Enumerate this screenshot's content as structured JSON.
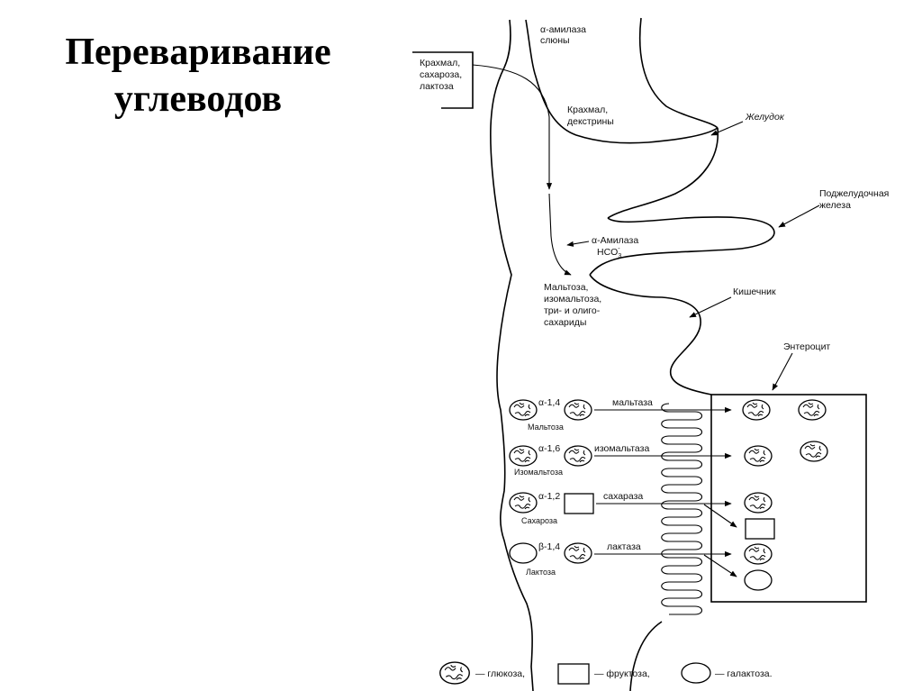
{
  "title": {
    "line1": "Переваривание",
    "line2": "углеводов"
  },
  "labels": {
    "alpha_amylase_saliva_1": "α-амилаза",
    "alpha_amylase_saliva_2": "слюны",
    "intake_1": "Крахмал,",
    "intake_2": "сахароза,",
    "intake_3": "лактоза",
    "starch_dextrins_1": "Крахмал,",
    "starch_dextrins_2": "декстрины",
    "stomach": "Желудок",
    "pancreas_1": "Поджелудочная",
    "pancreas_2": "железа",
    "pancreatic_amylase": "α-Амилаза",
    "bicarbonate": "HCO",
    "bicarbonate_sub": "3",
    "bicarbonate_sup": "-",
    "products_1": "Мальтоза,",
    "products_2": "изомальтоза,",
    "products_3": "три- и олиго-",
    "products_4": "сахариды",
    "intestine": "Кишечник",
    "enterocyte": "Энтероцит"
  },
  "disaccharides": [
    {
      "name": "Мальтоза",
      "bond": "α-1,4",
      "enzyme": "мальтаза"
    },
    {
      "name": "Изомальтоза",
      "bond": "α-1,6",
      "enzyme": "изомальтаза"
    },
    {
      "name": "Сахароза",
      "bond": "α-1,2",
      "enzyme": "сахараза"
    },
    {
      "name": "Лактоза",
      "bond": "β-1,4",
      "enzyme": "лактаза"
    }
  ],
  "legend": {
    "glucose": "— глюкоза,",
    "fructose": "— фруктоза,",
    "galactose": "— галактоза."
  }
}
